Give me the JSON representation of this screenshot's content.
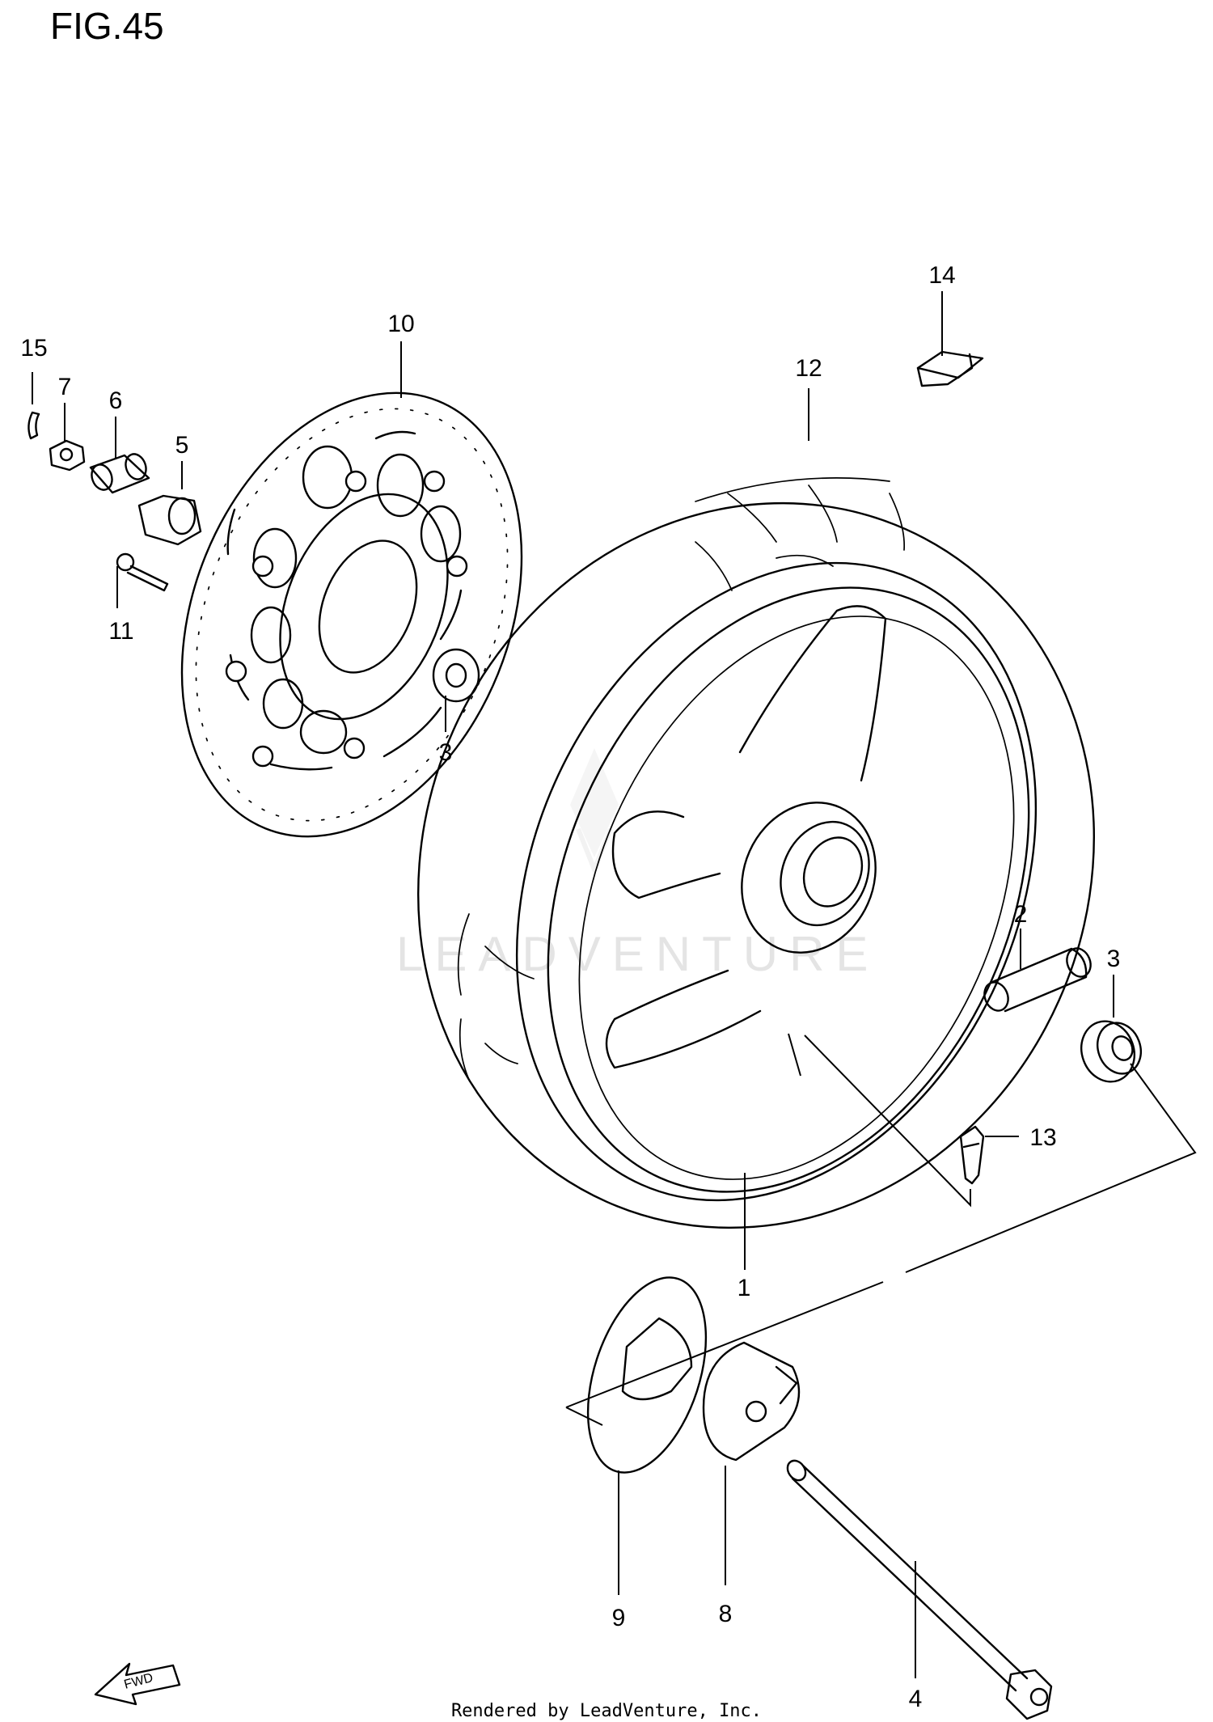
{
  "figure_title": "FIG.45",
  "footer": "Rendered by LeadVenture, Inc.",
  "watermark": "LEADVENTURE",
  "fwd_label": "FWD",
  "callouts": [
    {
      "id": "1",
      "part": "wheel"
    },
    {
      "id": "2",
      "part": "spacer"
    },
    {
      "id": "3",
      "part": "bearing"
    },
    {
      "id": "4",
      "part": "axle"
    },
    {
      "id": "5",
      "part": "spacer"
    },
    {
      "id": "6",
      "part": "collar"
    },
    {
      "id": "7",
      "part": "nut"
    },
    {
      "id": "8",
      "part": "speedometer-gearbox"
    },
    {
      "id": "9",
      "part": "dust-cover"
    },
    {
      "id": "10",
      "part": "brake-disc"
    },
    {
      "id": "11",
      "part": "disc-bolt"
    },
    {
      "id": "12",
      "part": "tire"
    },
    {
      "id": "13",
      "part": "valve"
    },
    {
      "id": "14",
      "part": "balance-weight"
    },
    {
      "id": "15",
      "part": "cotter-pin"
    }
  ]
}
